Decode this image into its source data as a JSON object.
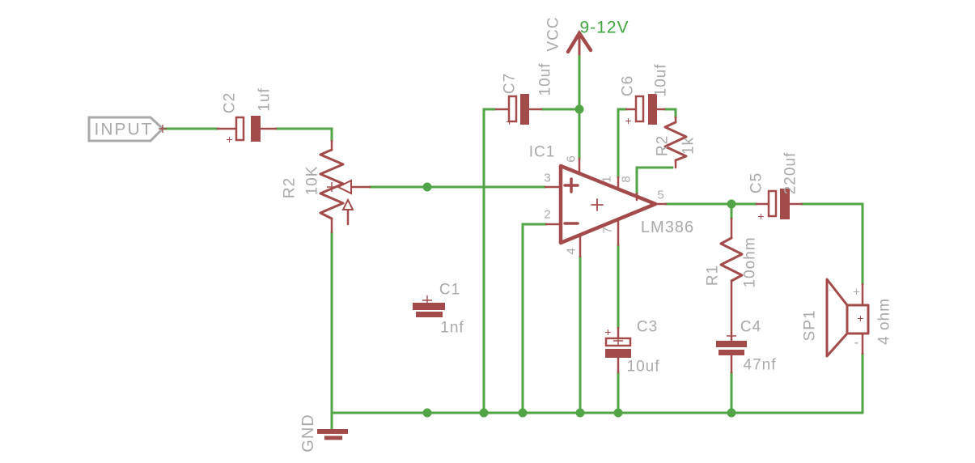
{
  "colors": {
    "wire_green": "#52A546",
    "part_red": "#A34B4B",
    "label_gray": "#A9A9A9",
    "power_green": "#3FA63F",
    "background": "#FFFFFF"
  },
  "input_port": {
    "label": "INPUT"
  },
  "power": {
    "net": "VCC",
    "range": "9-12V"
  },
  "ground": {
    "net": "GND"
  },
  "opamp": {
    "designator": "IC1",
    "part": "LM386",
    "pin_1": "1",
    "pin_2": "2",
    "pin_3": "3",
    "pin_4": "4",
    "pin_5": "5",
    "pin_6": "6",
    "pin_7": "7",
    "pin_8": "8",
    "noninverting": "+",
    "inverting": "−",
    "origin_mark": "+"
  },
  "parts": {
    "c2": {
      "name": "C2",
      "value": "1uf",
      "polarity": "+"
    },
    "pot": {
      "name": "R2",
      "value": "10K"
    },
    "c7": {
      "name": "C7",
      "value": "10uf",
      "polarity": "+"
    },
    "c6": {
      "name": "C6",
      "value": "10uf",
      "polarity": "+"
    },
    "r2b": {
      "name": "R2",
      "value": "1k"
    },
    "c1": {
      "name": "C1",
      "value": "1nf"
    },
    "c3": {
      "name": "C3",
      "value": "10uf",
      "polarity": "+"
    },
    "c4": {
      "name": "C4",
      "value": "47nf"
    },
    "r1": {
      "name": "R1",
      "value": "10ohm"
    },
    "c5": {
      "name": "C5",
      "value": "220uf",
      "polarity": "+"
    },
    "sp1": {
      "name": "SP1",
      "value": "4 ohm",
      "plus": "+",
      "minus": "-"
    }
  }
}
